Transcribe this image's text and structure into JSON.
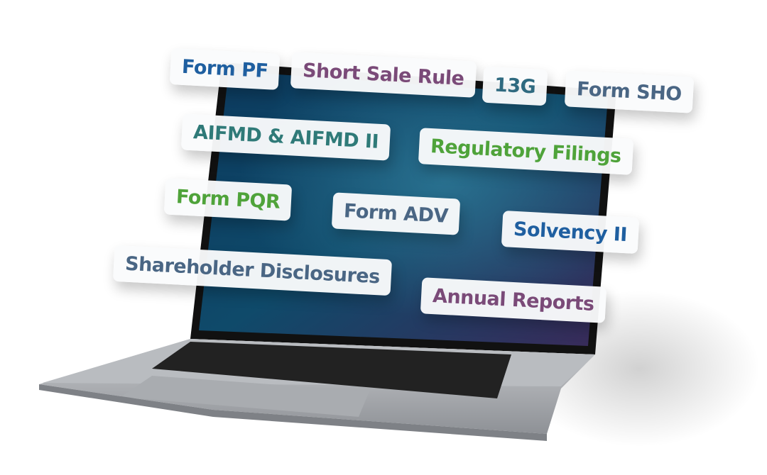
{
  "colors": {
    "blue": "#1f5fa0",
    "purple": "#7a4a78",
    "teal": "#2f7a78",
    "green": "#4fa33a",
    "slate": "#4a6684"
  },
  "tags": [
    {
      "label": "Form PF"
    },
    {
      "label": "Short Sale Rule"
    },
    {
      "label": "13G"
    },
    {
      "label": "Form SHO"
    },
    {
      "label": "AIFMD & AIFMD II"
    },
    {
      "label": "Regulatory Filings"
    },
    {
      "label": "Form PQR"
    },
    {
      "label": "Form ADV"
    },
    {
      "label": "Solvency II"
    },
    {
      "label": "Shareholder Disclosures"
    },
    {
      "label": "Annual Reports"
    }
  ]
}
